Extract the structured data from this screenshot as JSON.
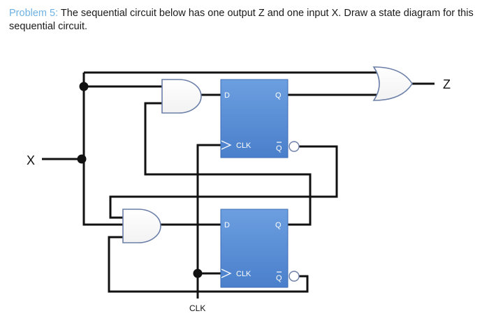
{
  "problem": {
    "number_label": "Problem 5:",
    "text": " The sequential circuit below has one output Z and one input X.  Draw a state diagram for this sequential circuit."
  },
  "diagram": {
    "input_label": "X",
    "output_label": "Z",
    "clock_label": "CLK",
    "flipflops": [
      {
        "d": "D",
        "q": "Q",
        "clk": "CLK",
        "qbar": "Q"
      },
      {
        "d": "D",
        "q": "Q",
        "clk": "CLK",
        "qbar": "Q"
      }
    ],
    "colors": {
      "flipflop_fill": "#5a8fd6",
      "wire": "#111111",
      "title_accent": "#6fb2e3"
    }
  }
}
